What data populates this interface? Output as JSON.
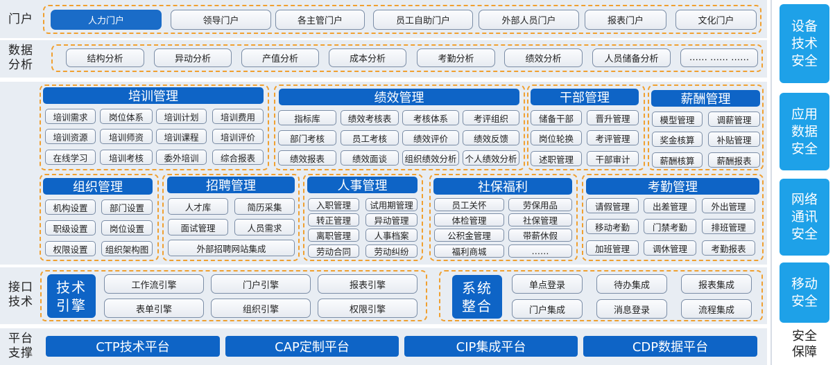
{
  "portal": {
    "label": "门户",
    "items": [
      "人力门户",
      "领导门户",
      "各主管门户",
      "员工自助门户",
      "外部人员门户",
      "报表门户",
      "文化门户"
    ]
  },
  "analysis": {
    "label": "数据分析",
    "items": [
      "结构分析",
      "异动分析",
      "产值分析",
      "成本分析",
      "考勤分析",
      "绩效分析",
      "人员储备分析",
      "…… …… ……"
    ]
  },
  "modules": {
    "training": {
      "title": "培训管理",
      "items": [
        "培训需求",
        "岗位体系",
        "培训计划",
        "培训费用",
        "培训资源",
        "培训师资",
        "培训课程",
        "培训评价",
        "在线学习",
        "培训考核",
        "委外培训",
        "综合报表"
      ]
    },
    "performance": {
      "title": "绩效管理",
      "items": [
        "指标库",
        "绩效考核表",
        "考核体系",
        "考评组织",
        "部门考核",
        "员工考核",
        "绩效评价",
        "绩效反馈",
        "绩效报表",
        "绩效面谈",
        "组织绩效分析",
        "个人绩效分析"
      ]
    },
    "cadre": {
      "title": "干部管理",
      "items": [
        "储备干部",
        "晋升管理",
        "岗位轮换",
        "考评管理",
        "述职管理",
        "干部审计"
      ]
    },
    "salary": {
      "title": "薪酬管理",
      "items": [
        "模型管理",
        "调薪管理",
        "奖金核算",
        "补贴管理",
        "薪酬核算",
        "薪酬报表"
      ]
    },
    "org": {
      "title": "组织管理",
      "items": [
        "机构设置",
        "部门设置",
        "职级设置",
        "岗位设置",
        "权限设置",
        "组织架构图"
      ]
    },
    "recruit": {
      "title": "招聘管理",
      "items": [
        "人才库",
        "简历采集",
        "面试管理",
        "人员需求",
        "外部招聘网站集成"
      ]
    },
    "personnel": {
      "title": "人事管理",
      "items": [
        "入职管理",
        "试用期管理",
        "转正管理",
        "异动管理",
        "离职管理",
        "人事档案",
        "劳动合同",
        "劳动纠纷"
      ]
    },
    "welfare": {
      "title": "社保福利",
      "items": [
        "员工关怀",
        "劳保用品",
        "体检管理",
        "社保管理",
        "公积金管理",
        "带薪休假",
        "福利商城",
        "……"
      ]
    },
    "attendance": {
      "title": "考勤管理",
      "items": [
        "请假管理",
        "出差管理",
        "外出管理",
        "移动考勤",
        "门禁考勤",
        "排班管理",
        "加班管理",
        "调休管理",
        "考勤报表"
      ]
    }
  },
  "interface": {
    "label": "接口技术",
    "engine": "技术引擎",
    "engine_items": [
      "工作流引擎",
      "门户引擎",
      "报表引擎",
      "表单引擎",
      "组织引擎",
      "权限引擎"
    ],
    "integration": "系统整合",
    "integration_items": [
      "单点登录",
      "待办集成",
      "报表集成",
      "门户集成",
      "消息登录",
      "流程集成"
    ]
  },
  "platform": {
    "label": "平台支撑",
    "items": [
      "CTP技术平台",
      "CAP定制平台",
      "CIP集成平台",
      "CDP数据平台"
    ]
  },
  "security": {
    "items": [
      "设备技术安全",
      "应用数据安全",
      "网络通讯安全",
      "移动安全"
    ],
    "label": "安全保障"
  },
  "colors": {
    "primary": "#0e64c6",
    "security": "#1ea1e8",
    "dash": "#f0a030",
    "band": "#e8edf3"
  }
}
